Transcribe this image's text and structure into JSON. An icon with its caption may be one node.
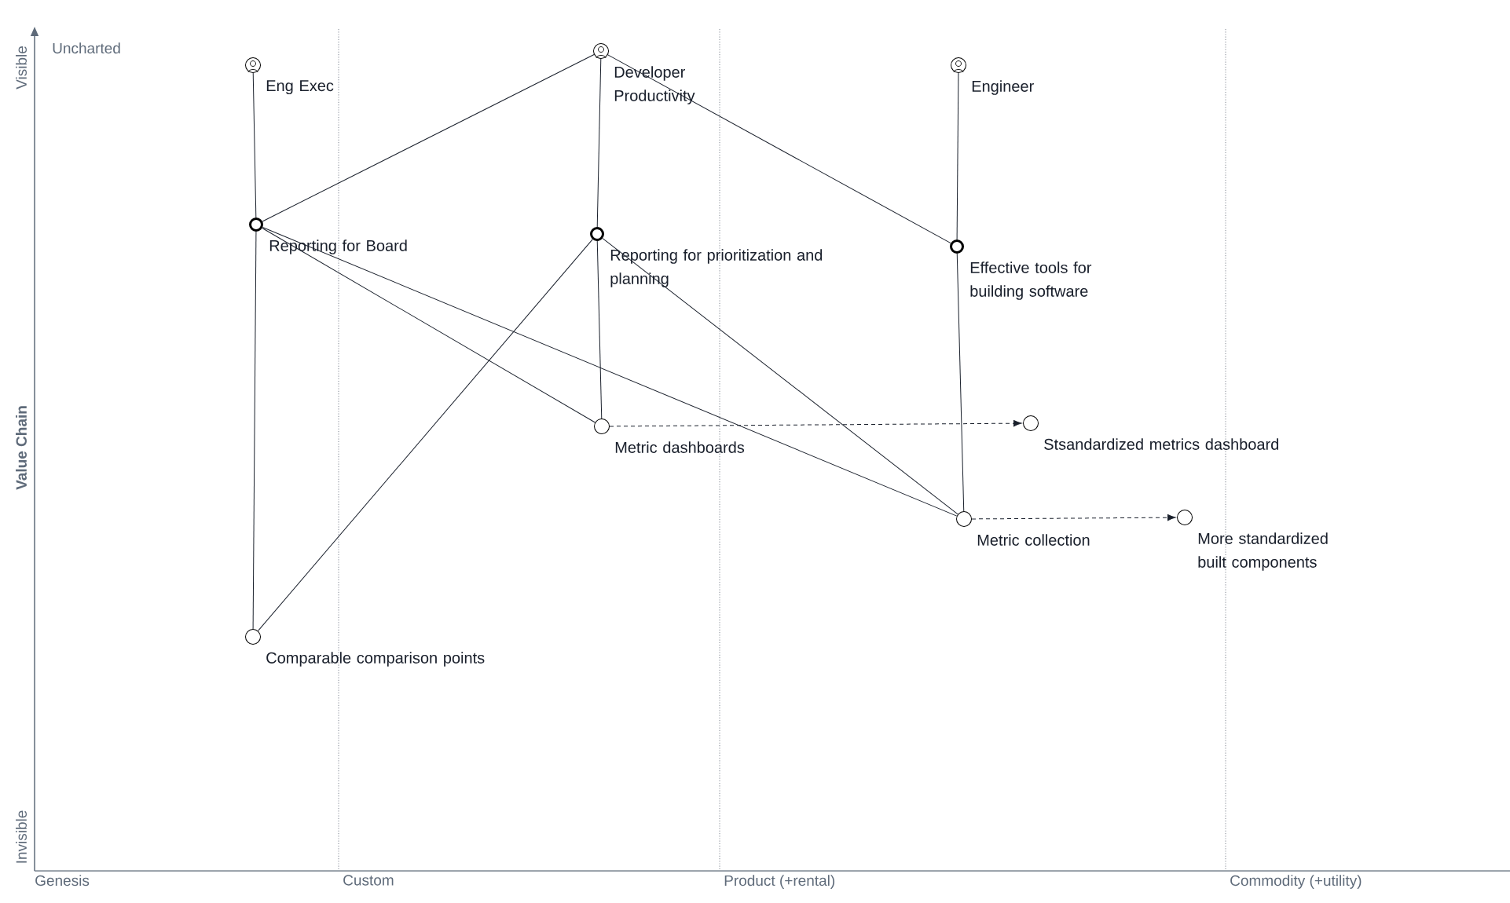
{
  "diagram": {
    "nodes": [
      {
        "text": [
          "Eng Exec"
        ]
      },
      {
        "text": [
          "Developer Productivity"
        ]
      },
      {
        "text": [
          "Engineer"
        ]
      },
      {
        "text": [
          "Reporting for Board"
        ]
      },
      {
        "text": [
          "Reporting for prioritization and planning"
        ]
      },
      {
        "text": [
          "Effective tools for building software"
        ]
      },
      {
        "text": [
          "Metric dashboards"
        ]
      },
      {
        "text": [
          "Stsandardized metrics dashboard"
        ]
      },
      {
        "text": [
          "Metric collection"
        ]
      },
      {
        "text": [
          "More standardized built components"
        ]
      },
      {
        "text": [
          "Comparable comparison points"
        ]
      }
    ],
    "edges": [
      {
        "from": 0,
        "to": 3,
        "arrow": "none"
      },
      {
        "from": 1,
        "to": 3,
        "arrow": "none"
      },
      {
        "from": 1,
        "to": 4,
        "arrow": "none"
      },
      {
        "from": 1,
        "to": 5,
        "arrow": "none"
      },
      {
        "from": 2,
        "to": 5,
        "arrow": "none"
      },
      {
        "from": 3,
        "to": 6,
        "arrow": "none"
      },
      {
        "from": 3,
        "to": 8,
        "arrow": "none"
      },
      {
        "from": 3,
        "to": 10,
        "arrow": "none"
      },
      {
        "from": 4,
        "to": 6,
        "arrow": "none"
      },
      {
        "from": 4,
        "to": 8,
        "arrow": "none"
      },
      {
        "from": 4,
        "to": 10,
        "arrow": "none"
      },
      {
        "from": 5,
        "to": 8,
        "arrow": "none"
      },
      {
        "from": 6,
        "to": 7,
        "arrow": "to",
        "style": "dashed"
      },
      {
        "from": 8,
        "to": 9,
        "arrow": "to",
        "style": "dashed"
      }
    ],
    "labels": [
      "Uncharted",
      "Visible",
      "Value Chain",
      "Invisible",
      "Genesis",
      "Custom",
      "Product (+rental)",
      "Commodity (+utility)"
    ]
  }
}
